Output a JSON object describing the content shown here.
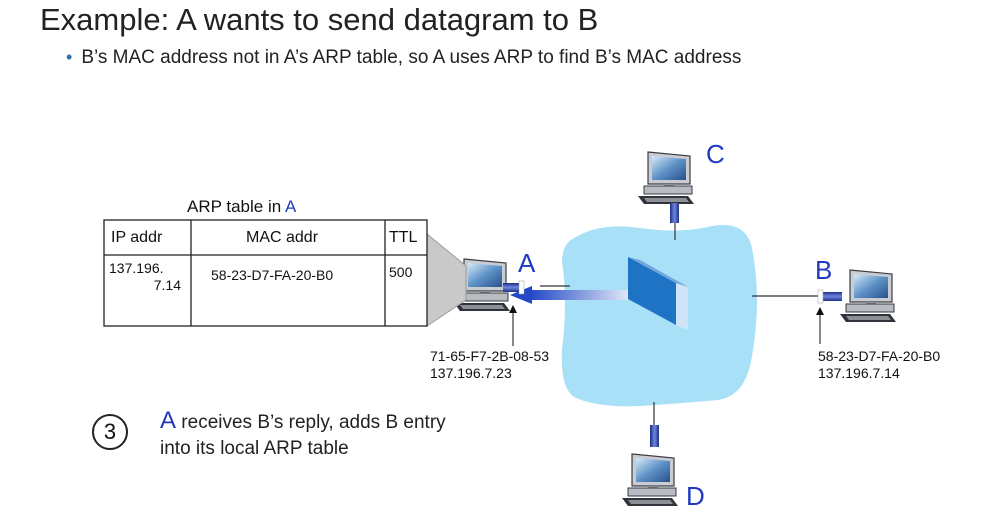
{
  "header": {
    "title": "Example: A wants to send datagram to B",
    "bullet": "B’s MAC address not in A’s ARP table, so A uses ARP to find B’s MAC address"
  },
  "arp_table": {
    "caption_prefix": "ARP table in ",
    "caption_host": "A",
    "headers": {
      "ip": "IP addr",
      "mac": "MAC addr",
      "ttl": "TTL"
    },
    "row": {
      "ip_line1": "137.196.",
      "ip_line2": "7.14",
      "mac": "58-23-D7-FA-20-B0",
      "ttl": "500"
    }
  },
  "hosts": {
    "a": {
      "label": "A",
      "mac": "71-65-F7-2B-08-53",
      "ip": "137.196.7.23"
    },
    "b": {
      "label": "B",
      "mac": "58-23-D7-FA-20-B0",
      "ip": "137.196.7.14"
    },
    "c": {
      "label": "C"
    },
    "d": {
      "label": "D"
    }
  },
  "step": {
    "number": "3",
    "host": "A",
    "line1_rest": " receives B’s reply, adds B entry",
    "line2": "into its local ARP table"
  },
  "colors": {
    "accent": "#1f3ac0",
    "lan_cloud": "#a8e0f8",
    "switch": "#1f73c4",
    "arrow": "#2348c8"
  }
}
